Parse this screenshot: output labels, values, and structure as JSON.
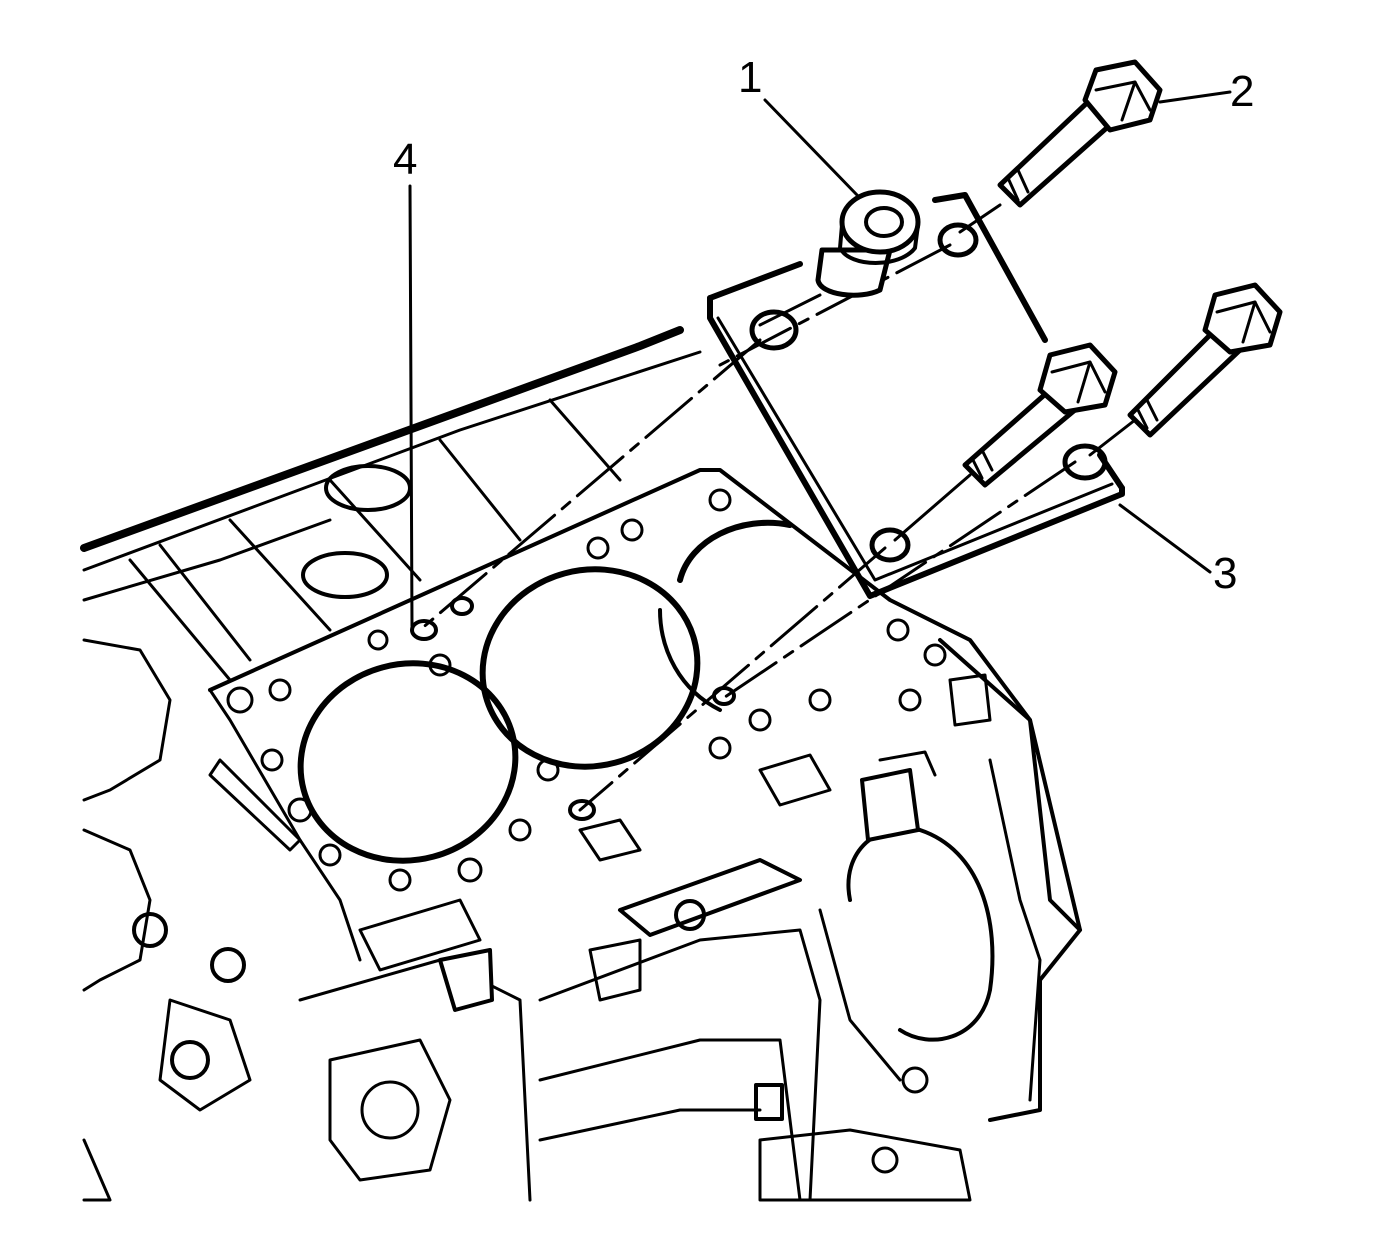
{
  "diagram": {
    "callouts": [
      {
        "id": "1",
        "text": "1"
      },
      {
        "id": "2",
        "text": "2"
      },
      {
        "id": "3",
        "text": "3"
      },
      {
        "id": "4",
        "text": "4"
      }
    ],
    "colors": {
      "line": "#000000",
      "background": "#ffffff"
    }
  }
}
